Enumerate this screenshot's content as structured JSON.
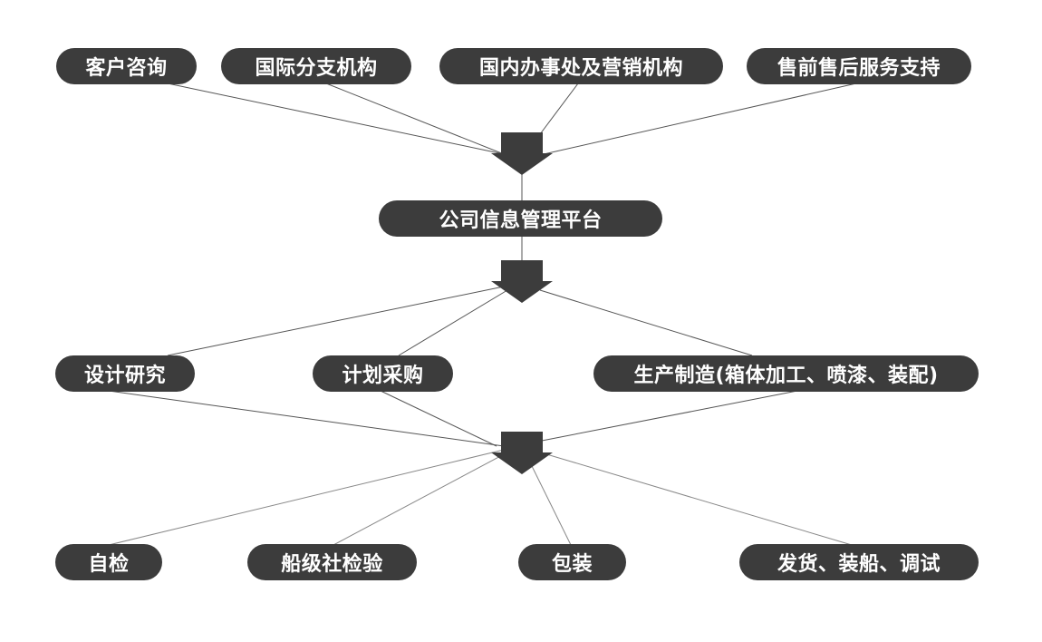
{
  "colors": {
    "node_fill": "#3c3c3c",
    "node_text": "#ffffff",
    "connector": "#555555",
    "arrow": "#3c3c3c"
  },
  "row1": [
    {
      "label": "客户咨询"
    },
    {
      "label": "国际分支机构"
    },
    {
      "label": "国内办事处及营销机构"
    },
    {
      "label": "售前售后服务支持"
    }
  ],
  "hub": {
    "label": "公司信息管理平台"
  },
  "row3": [
    {
      "label": "设计研究"
    },
    {
      "label": "计划采购"
    },
    {
      "label": "生产制造(箱体加工、喷漆、装配)"
    }
  ],
  "row4": [
    {
      "label": "自检"
    },
    {
      "label": "船级社检验"
    },
    {
      "label": "包装"
    },
    {
      "label": "发货、装船、调试"
    }
  ]
}
